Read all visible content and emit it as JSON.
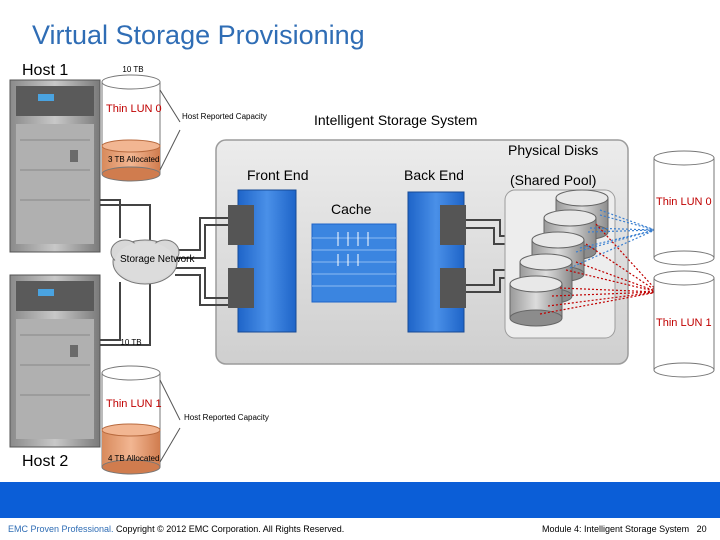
{
  "title": "Virtual Storage Provisioning",
  "hosts": [
    {
      "label": "Host 1",
      "capacity": "10 TB",
      "lun": "Thin LUN 0",
      "reported": "Host Reported Capacity",
      "allocated": "3 TB Allocated"
    },
    {
      "label": "Host 2",
      "capacity": "10 TB",
      "lun": "Thin LUN 1",
      "reported": "Host Reported Capacity",
      "allocated": "4 TB Allocated"
    }
  ],
  "network": "Storage Network",
  "system": {
    "title": "Intelligent Storage System",
    "front_end": "Front End",
    "back_end": "Back End",
    "cache": "Cache",
    "physical_disks": "Physical Disks",
    "shared_pool": "(Shared Pool)"
  },
  "right_luns": [
    "Thin LUN 0",
    "Thin LUN 1"
  ],
  "footer": {
    "brand": "EMC Proven Professional.",
    "copyright": " Copyright © 2012 EMC Corporation. All Rights Reserved.",
    "module": "Module 4: Intelligent Storage System",
    "page": "20"
  },
  "colors": {
    "title": "#2f6db5",
    "lun_text": "#c00000",
    "cylinder": "#e8a078",
    "footer_bar": "#0b5ed7",
    "blue_lines": "#3a7fd0",
    "red_lines": "#c00000"
  }
}
